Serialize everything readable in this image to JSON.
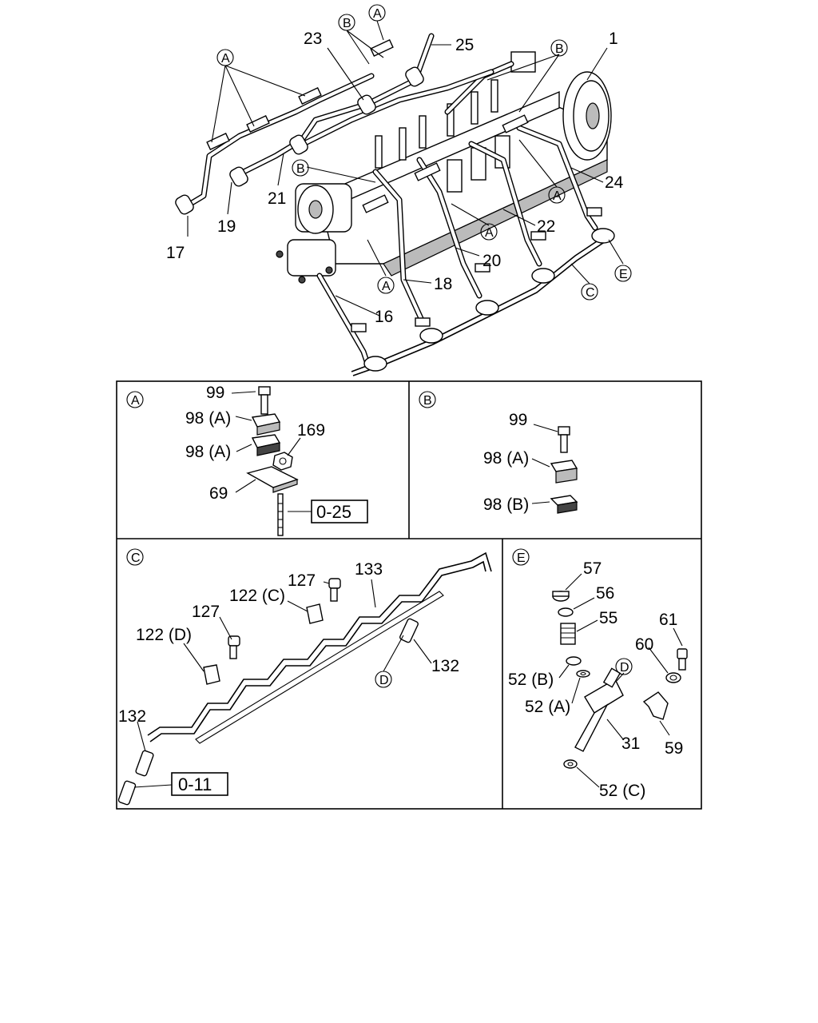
{
  "main_view": {
    "callouts": {
      "c1": "1",
      "c16": "16",
      "c17": "17",
      "c18": "18",
      "c19": "19",
      "c20": "20",
      "c21": "21",
      "c22": "22",
      "c23": "23",
      "c24": "24",
      "c25": "25"
    },
    "refs": {
      "a_left": "A",
      "b_top": "B",
      "a_top": "A",
      "b_right": "B",
      "b_left": "B",
      "a_mid_right": "A",
      "a_mid": "A",
      "a_bottom": "A",
      "c_ref": "C",
      "e_ref": "E"
    }
  },
  "detail_a": {
    "label": "A",
    "callouts": {
      "bolt": "99",
      "clamp_upper": "98 (A)",
      "clamp_lower": "98 (A)",
      "nut": "169",
      "bracket": "69"
    },
    "box_ref": "0-25"
  },
  "detail_b": {
    "label": "B",
    "callouts": {
      "bolt": "99",
      "clamp_a": "98 (A)",
      "clamp_b": "98 (B)"
    }
  },
  "detail_c": {
    "label": "C",
    "callouts": {
      "bolt_top": "127",
      "clip_c": "122 (C)",
      "pipe": "133",
      "bolt_left": "127",
      "clip_d": "122 (D)",
      "conn_right": "132",
      "conn_left": "132"
    },
    "refs": {
      "d_ref": "D"
    },
    "box_ref": "0-11"
  },
  "detail_e": {
    "label": "E",
    "callouts": {
      "p57": "57",
      "p56": "56",
      "p55": "55",
      "p61": "61",
      "p60": "60",
      "p52b": "52 (B)",
      "p52a": "52 (A)",
      "p31": "31",
      "p59": "59",
      "p52c": "52 (C)"
    },
    "refs": {
      "d_ref": "D"
    }
  }
}
